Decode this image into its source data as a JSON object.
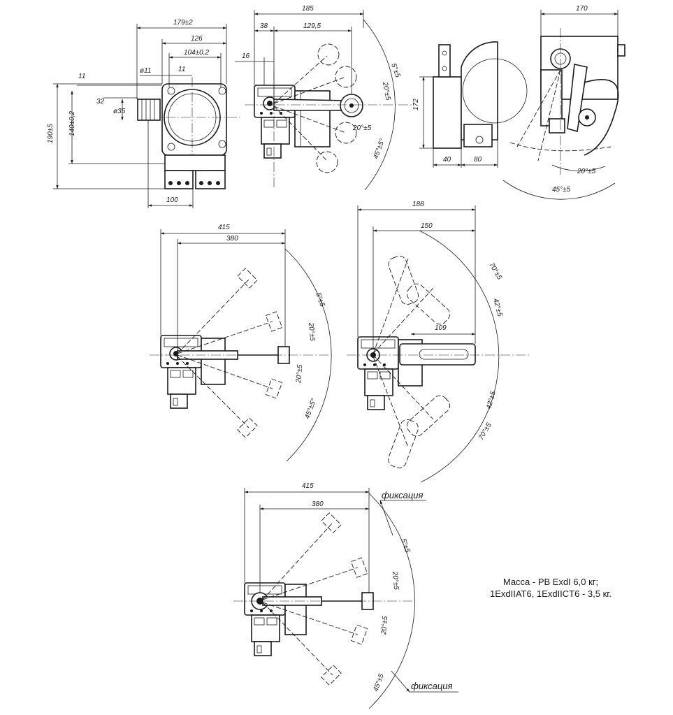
{
  "views": {
    "front": {
      "dims": [
        "179±2",
        "126",
        "104±0,2",
        "11",
        "ø11",
        "11",
        "32",
        "ø35",
        "190±5",
        "140±0,2",
        "100"
      ]
    },
    "side_roller": {
      "dims": [
        "185",
        "38",
        "129,5",
        "16",
        "5°±5",
        "20°±5",
        "20°±5",
        "45°±5°"
      ]
    },
    "top": {
      "dims": [
        "172",
        "40",
        "80"
      ]
    },
    "side_right": {
      "dims": [
        "170",
        "20°±5",
        "45°±5"
      ]
    },
    "lever_rod": {
      "dims": [
        "415",
        "380",
        "5°±5",
        "20°±5",
        "20°±5",
        "45°±5°"
      ]
    },
    "lever_fork": {
      "dims": [
        "188",
        "150",
        "70°±5",
        "42°±5",
        "109",
        "42°±5",
        "70°±5"
      ]
    },
    "lever_fixed": {
      "dims": [
        "415",
        "380",
        "5°±5",
        "20°±5",
        "20°±5",
        "45°±5"
      ],
      "fix_top": "фиксация",
      "fix_bottom": "фиксация"
    }
  },
  "mass_note": {
    "line1": "Масса - РВ ExdI 6,0 кг;",
    "line2": "1ExdIIAT6, 1ExdIICT6 - 3,5 кг."
  }
}
